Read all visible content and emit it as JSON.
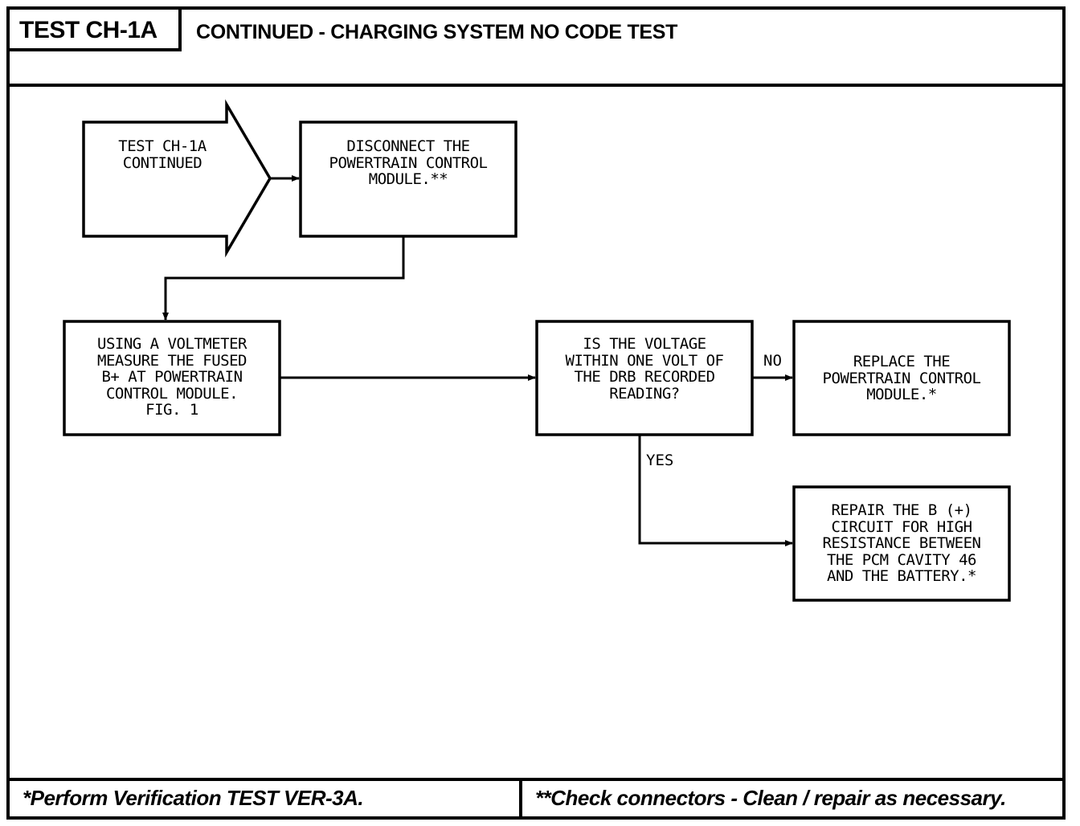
{
  "header": {
    "test_id": "TEST CH-1A",
    "title": "CONTINUED - CHARGING SYSTEM NO CODE TEST"
  },
  "flowchart": {
    "start": "TEST CH-1A\nCONTINUED",
    "disconnect": "DISCONNECT THE\nPOWERTRAIN CONTROL\nMODULE.**",
    "measure": "USING A VOLTMETER\nMEASURE THE FUSED\nB+ AT POWERTRAIN\nCONTROL MODULE.\nFIG. 1",
    "decision": "IS THE VOLTAGE\nWITHIN ONE VOLT OF\nTHE DRB RECORDED\nREADING?",
    "replace": "REPLACE THE\nPOWERTRAIN CONTROL\nMODULE.*",
    "repair": "REPAIR THE B (+)\nCIRCUIT FOR HIGH\nRESISTANCE BETWEEN\nTHE PCM CAVITY 46\nAND THE BATTERY.*",
    "no_label": "NO",
    "yes_label": "YES"
  },
  "footer": {
    "left": "*Perform Verification TEST VER-3A.",
    "right": "**Check connectors - Clean / repair as necessary."
  }
}
